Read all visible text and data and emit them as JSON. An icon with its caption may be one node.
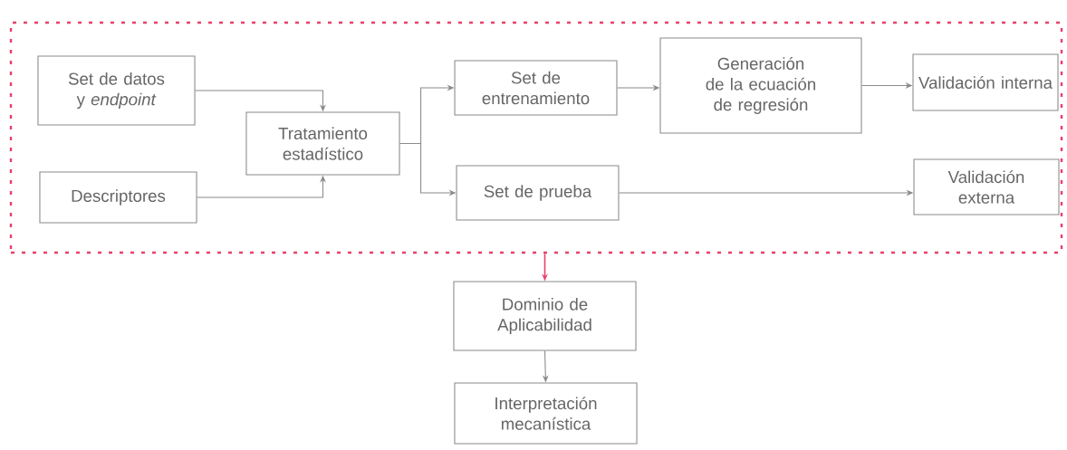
{
  "diagram": {
    "nodes": [
      {
        "text": [],
        "shape": "box"
      },
      {
        "text": [
          "Set de datos y *endpoint*"
        ],
        "in": 0
      },
      {
        "text": [
          "Descriptores"
        ],
        "in": 0
      },
      {
        "text": [
          "Tratamiento estadístico"
        ],
        "in": 0
      },
      {
        "text": [
          "Set de entrenamiento"
        ],
        "in": 0
      },
      {
        "text": [
          "Set de prueba"
        ],
        "in": 0
      },
      {
        "text": [
          "Generación de la ecuación de regresión"
        ],
        "in": 0
      },
      {
        "text": [
          "Validación interna"
        ],
        "in": 0
      },
      {
        "text": [
          "Validación externa"
        ],
        "in": 0
      },
      {
        "text": [
          "Dominio de Aplicabilidad"
        ]
      },
      {
        "text": [
          "Interpretación mecanística"
        ]
      }
    ],
    "edges": [
      {
        "from": 1,
        "to": 3,
        "arrow": "to"
      },
      {
        "from": 2,
        "to": 3,
        "arrow": "to"
      },
      {
        "from": 3,
        "to": 4,
        "arrow": "to"
      },
      {
        "from": 3,
        "to": 5,
        "arrow": "to"
      },
      {
        "from": 4,
        "to": 6,
        "arrow": "to"
      },
      {
        "from": 6,
        "to": 7,
        "arrow": "to"
      },
      {
        "from": 5,
        "to": 8,
        "arrow": "to"
      },
      {
        "from": 0,
        "to": 9,
        "arrow": "to",
        "color": "#e8406a"
      },
      {
        "from": 9,
        "to": 10,
        "arrow": "to"
      }
    ]
  }
}
